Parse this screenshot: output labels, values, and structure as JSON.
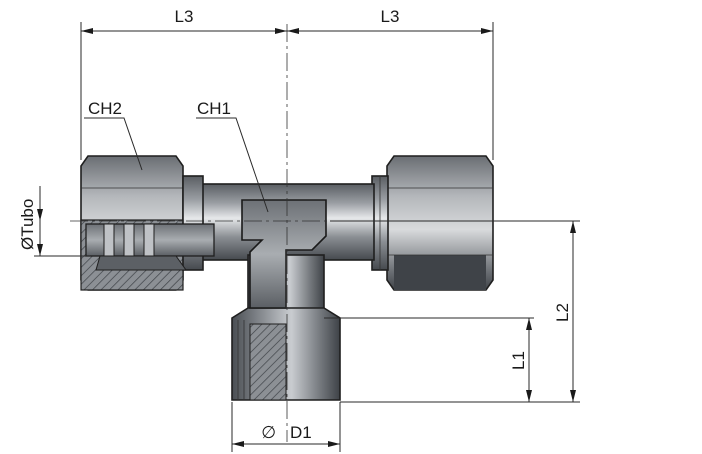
{
  "labels": {
    "l3_left": "L3",
    "l3_right": "L3",
    "ch2": "CH2",
    "ch1": "CH1",
    "tubo": "ØTubo",
    "l2": "L2",
    "l1": "L1",
    "d1": "D1",
    "d1_symbol": "∅"
  },
  "colors": {
    "body_dark": "#4f5358",
    "body_mid": "#7d8187",
    "body_light": "#c7cacd",
    "highlight": "#e9ebec",
    "line": "#1f1f1f"
  }
}
